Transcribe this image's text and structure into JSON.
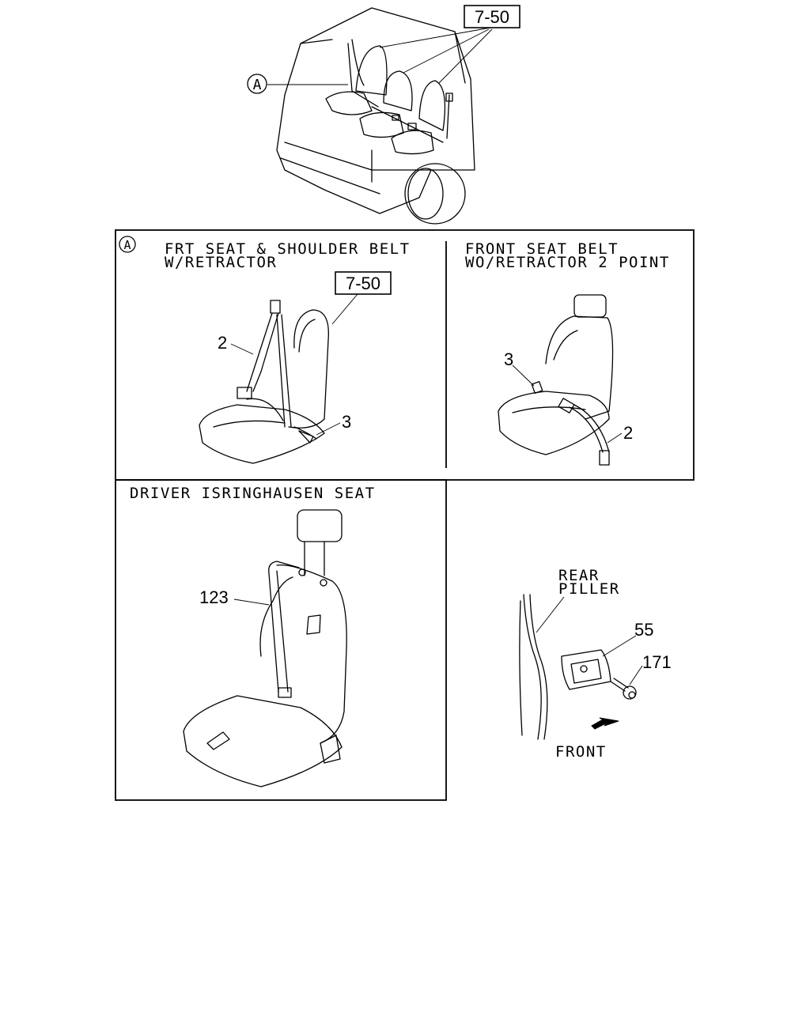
{
  "ref_labels": {
    "overview_ref": "7-50",
    "callout_a": "A",
    "panel_a_ref": "7-50"
  },
  "panels": {
    "panel_a_marker": "A",
    "frt_seat_title_1": "FRT SEAT & SHOULDER BELT",
    "frt_seat_title_2": "W/RETRACTOR",
    "front_belt_title_1": "FRONT SEAT BELT",
    "front_belt_title_2": "WO/RETRACTOR 2 POINT",
    "driver_title": "DRIVER ISRINGHAUSEN SEAT"
  },
  "part_numbers": {
    "p2_left": "2",
    "p3_left": "3",
    "p3_right": "3",
    "p2_right": "2",
    "p123": "123",
    "p55": "55",
    "p171": "171"
  },
  "pillar": {
    "label_1": "REAR",
    "label_2": "PILLER",
    "front_label": "FRONT"
  }
}
